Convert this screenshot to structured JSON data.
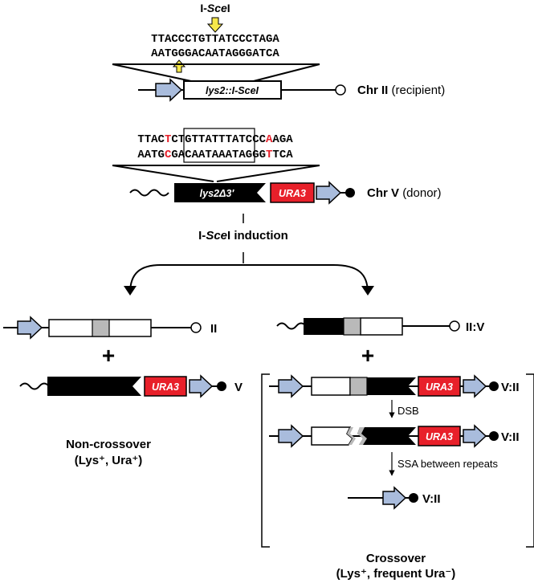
{
  "colors": {
    "ura3_fill": "#e8202a",
    "arrow_fill": "#a9bcdc",
    "grey_segment": "#b9b9b9",
    "highlight_red": "#e8202a",
    "yellow_arrow": "#f7e84a",
    "line": "#000000"
  },
  "top": {
    "enzyme_label_prefix": "I-",
    "enzyme_label_italic": "Sce",
    "enzyme_label_suffix": "I",
    "seq_top": "TTACCCTGTTATCCCTAGA",
    "seq_bottom": "AATGGGACAATAGGGATCA",
    "gene_label_prefix": "lys2::",
    "gene_label_italic": "I-SceI",
    "chr_label_bold": "Chr II",
    "chr_label_note": "(recipient)"
  },
  "donor": {
    "seq_top": [
      {
        "t": "TTAC",
        "red": false
      },
      {
        "t": "T",
        "red": true
      },
      {
        "t": "CTG",
        "red": false
      },
      {
        "t": "TTATTTATC",
        "red": false,
        "boxed": true
      },
      {
        "t": "CC",
        "red": false
      },
      {
        "t": "A",
        "red": true
      },
      {
        "t": "AGA",
        "red": false
      }
    ],
    "seq_bottom": [
      {
        "t": "AATG",
        "red": false
      },
      {
        "t": "C",
        "red": true
      },
      {
        "t": "GAC",
        "red": false
      },
      {
        "t": "AATAAATAG",
        "red": false,
        "boxed": true
      },
      {
        "t": "GG",
        "red": false
      },
      {
        "t": "T",
        "red": true
      },
      {
        "t": "TCA",
        "red": false
      }
    ],
    "gene_label": "lys2Δ3′",
    "marker_label": "URA3",
    "chr_label_bold": "Chr V",
    "chr_label_note": "(donor)"
  },
  "induction": {
    "label_prefix": "I-",
    "label_italic": "Sce",
    "label_suffix": "I induction"
  },
  "left_outcome": {
    "chr_ii_label": "II",
    "plus": "+",
    "marker_label": "URA3",
    "chr_v_label": "V",
    "title": "Non-crossover",
    "phenotype": "(Lys⁺, Ura⁺)"
  },
  "right_outcome": {
    "chr_iiv_label": "II:V",
    "plus": "+",
    "marker_label_1": "URA3",
    "chr_vii_label_1": "V:II",
    "step1": "DSB",
    "marker_label_2": "URA3",
    "chr_vii_label_2": "V:II",
    "step2": "SSA between repeats",
    "chr_vii_label_3": "V:II",
    "title": "Crossover",
    "phenotype": "(Lys⁺, frequent Ura⁻)"
  }
}
